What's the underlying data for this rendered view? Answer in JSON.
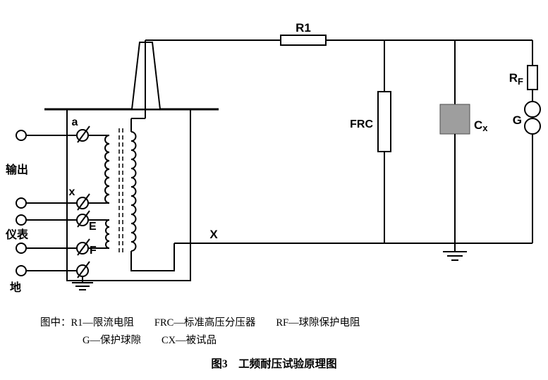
{
  "diagram": {
    "r1": "R1",
    "frc": "FRC",
    "cx_main": "C",
    "cx_sub": "x",
    "rf_main": "R",
    "rf_sub": "F",
    "g": "G",
    "x_terminal": "X",
    "term_a": "a",
    "term_x": "x",
    "term_e": "E",
    "term_f": "F",
    "label_output": "输出",
    "label_meter": "仪表",
    "label_earth": "地"
  },
  "legend": {
    "line1": "图中：R1—限流电阻　　FRC—标准高压分压器　　RF—球隙保护电阻",
    "line2": "G—保护球隙　　CX—被试品"
  },
  "caption": "图3　工频耐压试验原理图",
  "colors": {
    "line": "#000000",
    "cx_fill": "#9e9e9e",
    "background": "#ffffff"
  }
}
